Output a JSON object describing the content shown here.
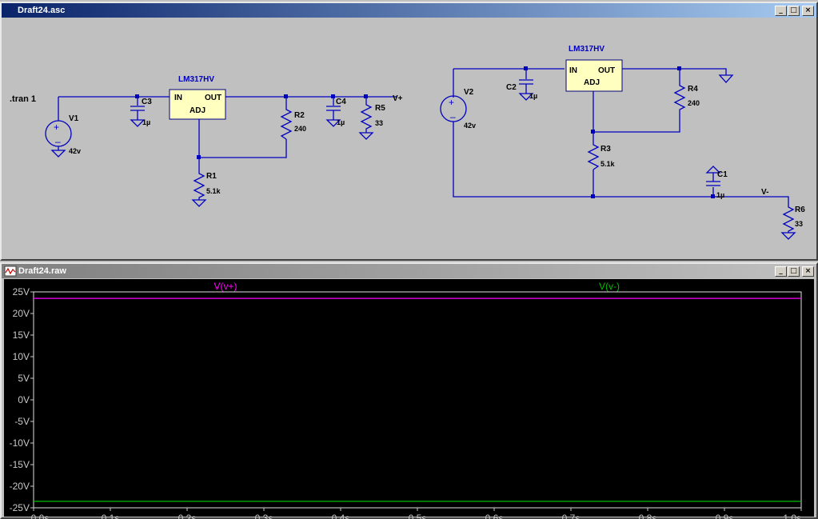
{
  "schematic_window": {
    "title": "Draft24.asc",
    "controls": [
      "_",
      "□",
      "×"
    ],
    "directive": ".tran 1",
    "left_regulator": {
      "part": "LM317HV",
      "pin_in": "IN",
      "pin_out": "OUT",
      "pin_adj": "ADJ"
    },
    "right_regulator": {
      "part": "LM317HV",
      "pin_in": "IN",
      "pin_out": "OUT",
      "pin_adj": "ADJ"
    },
    "components": {
      "V1": {
        "name": "V1",
        "value": "42v"
      },
      "V2": {
        "name": "V2",
        "value": "42v"
      },
      "C1": {
        "name": "C1",
        "value": "1µ"
      },
      "C2": {
        "name": "C2",
        "value": "1µ"
      },
      "C3": {
        "name": "C3",
        "value": "1µ"
      },
      "C4": {
        "name": "C4",
        "value": "1µ"
      },
      "R1": {
        "name": "R1",
        "value": "5.1k"
      },
      "R2": {
        "name": "R2",
        "value": "240"
      },
      "R3": {
        "name": "R3",
        "value": "5.1k"
      },
      "R4": {
        "name": "R4",
        "value": "240"
      },
      "R5": {
        "name": "R5",
        "value": "33"
      },
      "R6": {
        "name": "R6",
        "value": "33"
      }
    },
    "net_labels": {
      "vplus": "V+",
      "vminus": "V-"
    }
  },
  "waveform_window": {
    "title": "Draft24.raw",
    "controls": [
      "_",
      "□",
      "×"
    ],
    "icon": "waveform-icon"
  },
  "chart_data": {
    "type": "line",
    "series": [
      {
        "name": "V(v+)",
        "color": "#ff00ff",
        "x": [
          0,
          1
        ],
        "y": [
          23.5,
          23.5
        ]
      },
      {
        "name": "V(v-)",
        "color": "#00c000",
        "x": [
          0,
          1
        ],
        "y": [
          -23.5,
          -23.5
        ]
      }
    ],
    "xlim": [
      0,
      1
    ],
    "ylim": [
      -25,
      25
    ],
    "x_ticks": [
      "0.0s",
      "0.1s",
      "0.2s",
      "0.3s",
      "0.4s",
      "0.5s",
      "0.6s",
      "0.7s",
      "0.8s",
      "0.9s",
      "1.0s"
    ],
    "y_ticks": [
      "25V",
      "20V",
      "15V",
      "10V",
      "5V",
      "0V",
      "-5V",
      "-10V",
      "-15V",
      "-20V",
      "-25V"
    ],
    "x_tick_values": [
      0,
      0.1,
      0.2,
      0.3,
      0.4,
      0.5,
      0.6,
      0.7,
      0.8,
      0.9,
      1.0
    ],
    "y_tick_values": [
      25,
      20,
      15,
      10,
      5,
      0,
      -5,
      -10,
      -15,
      -20,
      -25
    ],
    "grid": false,
    "legend": "top",
    "background": "#000000",
    "axis_text_color": "#c8c8c8"
  }
}
